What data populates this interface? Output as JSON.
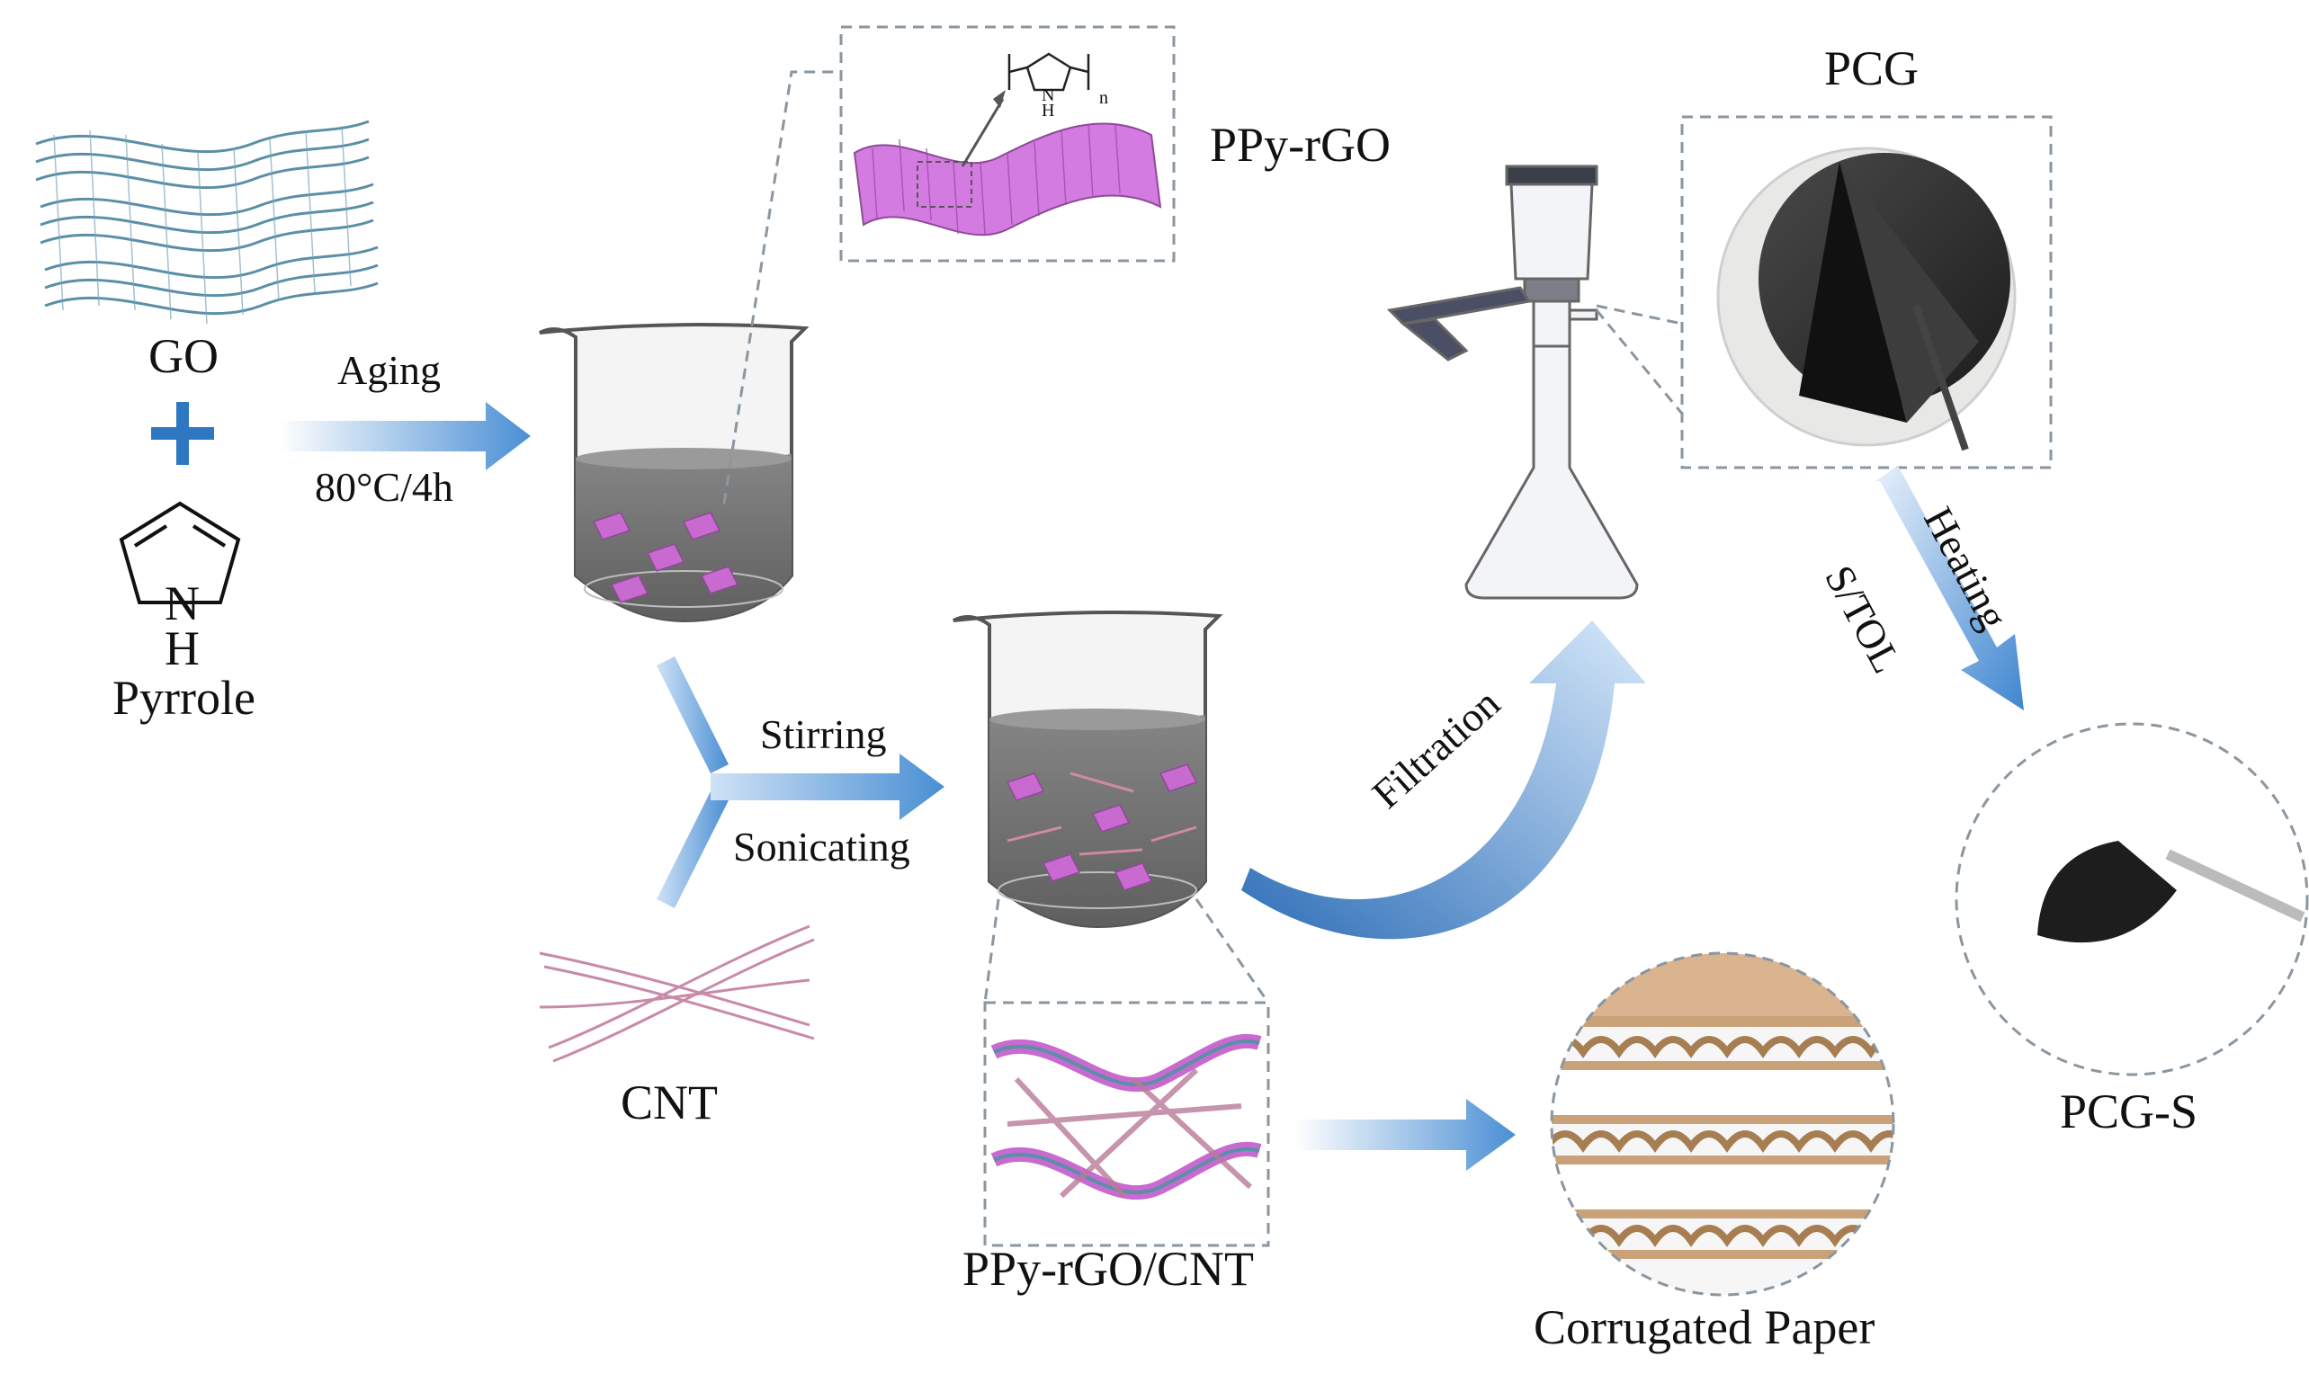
{
  "labels": {
    "go": "GO",
    "pyrrole": "Pyrrole",
    "pyrrole_nh_n": "N",
    "pyrrole_nh_h": "H",
    "aging": "Aging",
    "aging_cond": "80°C/4h",
    "ppy_rgo": "PPy-rGO",
    "ppy_n": "N",
    "ppy_h": "H",
    "ppy_sub": "n",
    "pcg": "PCG",
    "stirring": "Stirring",
    "sonicating": "Sonicating",
    "cnt": "CNT",
    "filtration": "Filtration",
    "heating": "Heating",
    "s_tol": "S/TOL",
    "pcg_s": "PCG-S",
    "ppy_rgo_cnt": "PPy-rGO/CNT",
    "corrugated": "Corrugated Paper"
  },
  "colors": {
    "arrow": "#4a8fd4",
    "arrow_light": "#d5e6f7",
    "go_sheet": "#5a8fa8",
    "ppy": "#c86ad0",
    "cnt": "#c88aa8",
    "dashed": "#8a96a0",
    "liquid": "#7d7d7d",
    "plus": "#2d78c0",
    "carbon": "#2a2a2a",
    "cardboard": "#c9a27a"
  }
}
